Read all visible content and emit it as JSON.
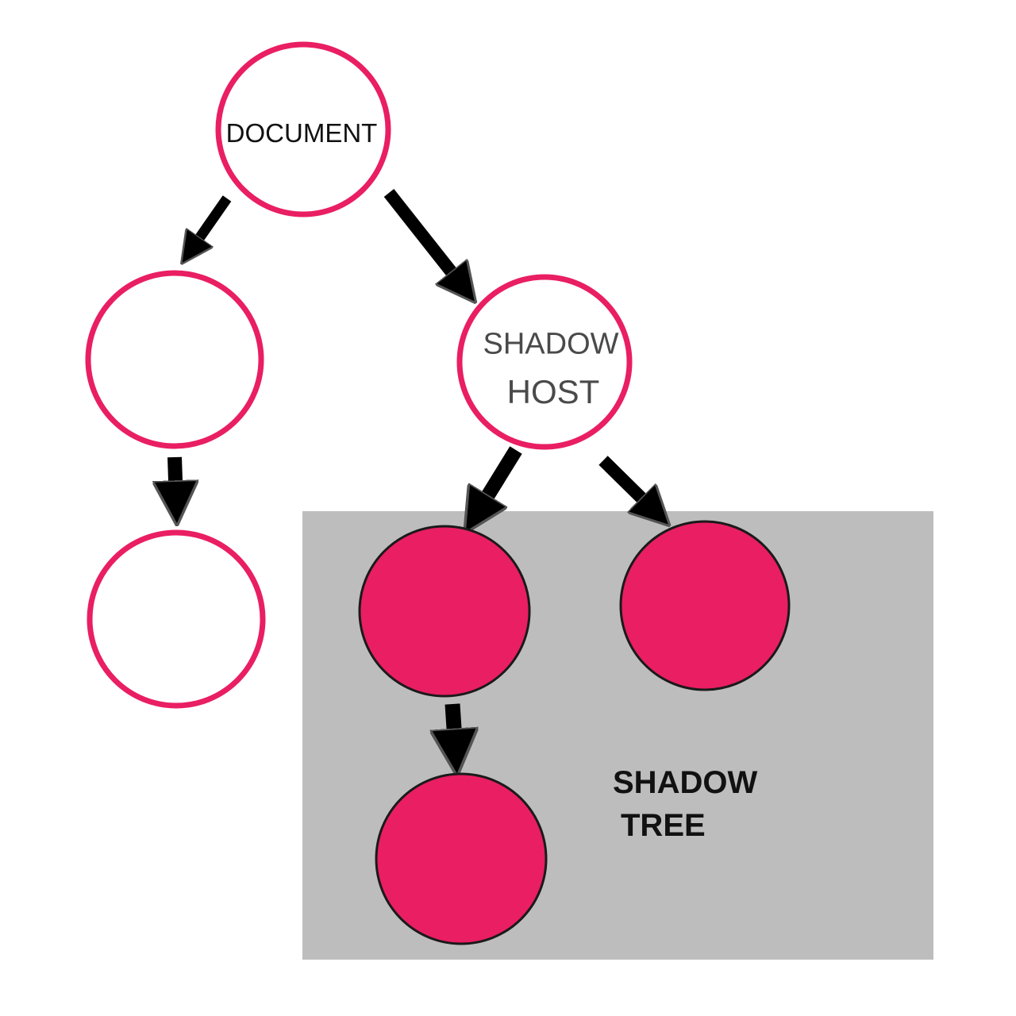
{
  "colors": {
    "accent": "#E91E63",
    "shadow_region": "#BDBDBD",
    "arrow": "#000000",
    "outline_dark": "#1a1a1a",
    "node_fill_light": "#ffffff"
  },
  "nodes": {
    "document": {
      "label": "DOCUMENT"
    },
    "shadow_host": {
      "label_line1": "SHADOW",
      "label_line2": "HOST"
    },
    "light_child": {
      "label": ""
    },
    "light_grandchild": {
      "label": ""
    },
    "shadow_child_left": {
      "label": ""
    },
    "shadow_child_right": {
      "label": ""
    },
    "shadow_grandchild": {
      "label": ""
    }
  },
  "shadow_tree": {
    "label_line1": "SHADOW",
    "label_line2": "TREE"
  }
}
